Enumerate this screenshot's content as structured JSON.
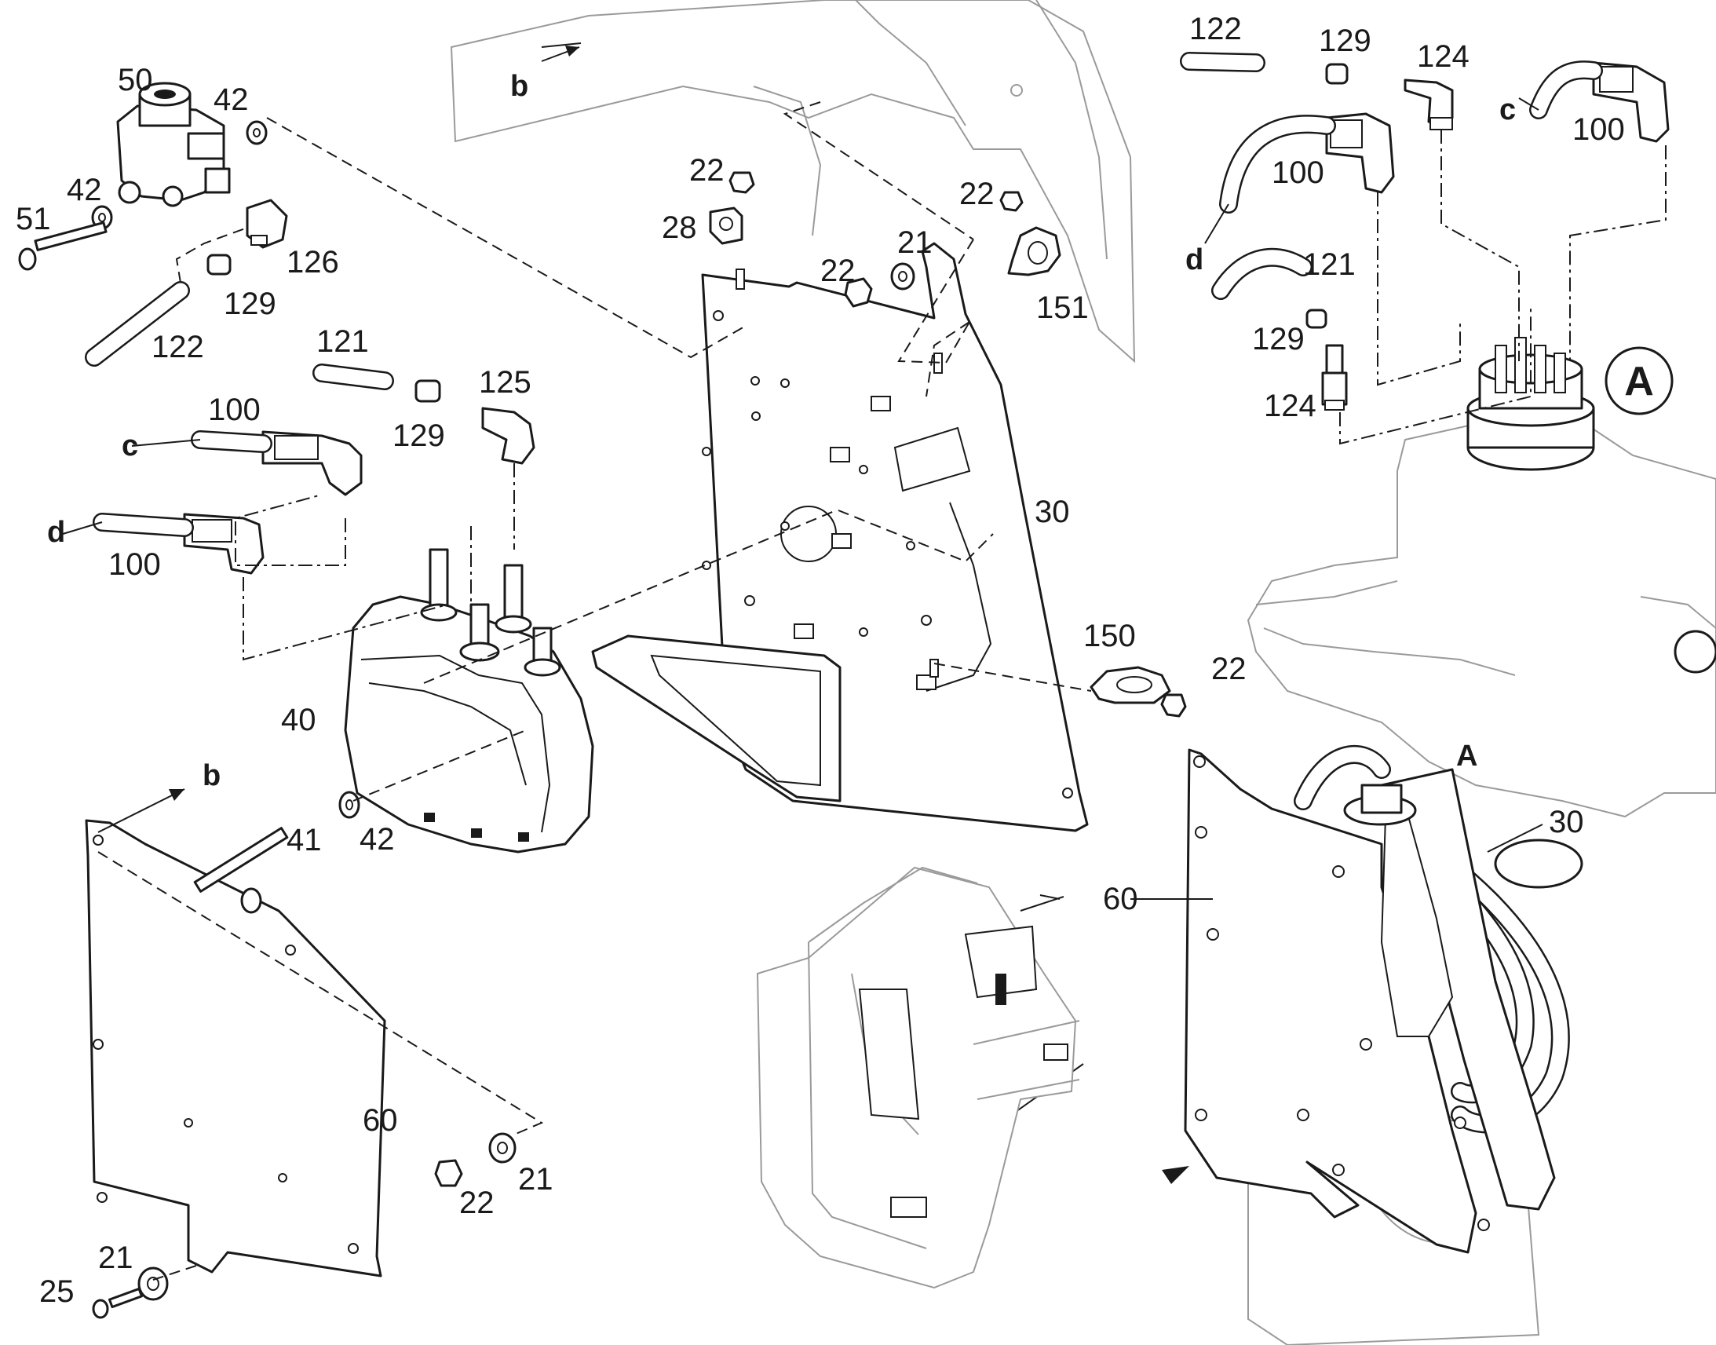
{
  "diagram": {
    "callouts": {
      "c50": "50",
      "c42a": "42",
      "c42b": "42",
      "c51": "51",
      "c126": "126",
      "c129a": "129",
      "c122a": "122",
      "c121a": "121",
      "c125": "125",
      "c129b": "129",
      "c100a": "100",
      "c100b": "100",
      "c40": "40",
      "c41": "41",
      "c42c": "42",
      "c22a": "22",
      "c28": "28",
      "c22b": "22",
      "c21a": "21",
      "c22c": "22",
      "c151": "151",
      "c30a": "30",
      "c150": "150",
      "c22d": "22",
      "c122b": "122",
      "c129c": "129",
      "c124a": "124",
      "c100c": "100",
      "c100d": "100",
      "c121b": "121",
      "c129d": "129",
      "c124b": "124",
      "c60a": "60",
      "c21b": "21",
      "c22e": "22",
      "c21c": "21",
      "c25": "25",
      "c60b": "60",
      "c30b": "30"
    },
    "ref_letters": {
      "b1": "b",
      "b2": "b",
      "c1": "c",
      "c2": "c",
      "d1": "d",
      "d2": "d",
      "detail_a": "A"
    },
    "detail_marker": "A",
    "line_color": "#1a1a1a",
    "context_color": "#9a9a9a"
  }
}
